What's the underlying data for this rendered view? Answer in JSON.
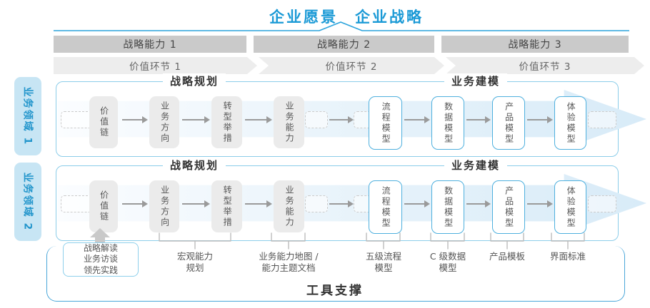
{
  "header": {
    "vision": "企业愿景",
    "strategy": "企业战略"
  },
  "capability_bars": [
    {
      "label": "战略能力 1"
    },
    {
      "label": "战略能力 2"
    },
    {
      "label": "战略能力 3"
    }
  ],
  "value_links": [
    {
      "label": "价值环节 1"
    },
    {
      "label": "价值环节 2"
    },
    {
      "label": "价值环节 3"
    }
  ],
  "domains": [
    {
      "label": "业务领域 1"
    },
    {
      "label": "业务领域 2"
    }
  ],
  "sections": {
    "planning": "战略规划",
    "modeling": "业务建模"
  },
  "boxes": [
    {
      "label": "价值链",
      "style": "gray"
    },
    {
      "label": "业务方向",
      "style": "gray"
    },
    {
      "label": "转型举措",
      "style": "gray"
    },
    {
      "label": "业务能力",
      "style": "gray"
    },
    {
      "label": "流程模型",
      "style": "blue"
    },
    {
      "label": "数据模型",
      "style": "blue"
    },
    {
      "label": "产品模型",
      "style": "blue"
    },
    {
      "label": "体验模型",
      "style": "blue"
    }
  ],
  "deliverables": {
    "callout": "战略解读\n业务访谈\n领先实践",
    "labels": [
      {
        "text": "宏观能力\n规划"
      },
      {
        "text": "业务能力地图 /\n能力主题文档"
      },
      {
        "text": "五级流程\n模型"
      },
      {
        "text": "C 级数据\n模型"
      },
      {
        "text": "产品模板"
      },
      {
        "text": "界面标准"
      }
    ]
  },
  "footer": {
    "tool_support": "工具支撑"
  },
  "colors": {
    "accent_blue": "#1b9ad6",
    "panel_border": "#8ccde9",
    "container_border": "#4ba7d9",
    "domain_fill": "#c7e5f4",
    "bar_gray": "#cacaca",
    "chevron_gray": "#ededed",
    "box_gray": "#ebebeb",
    "band_blue": "#d8ebf8",
    "arrow_gray": "#9a9a9a"
  }
}
